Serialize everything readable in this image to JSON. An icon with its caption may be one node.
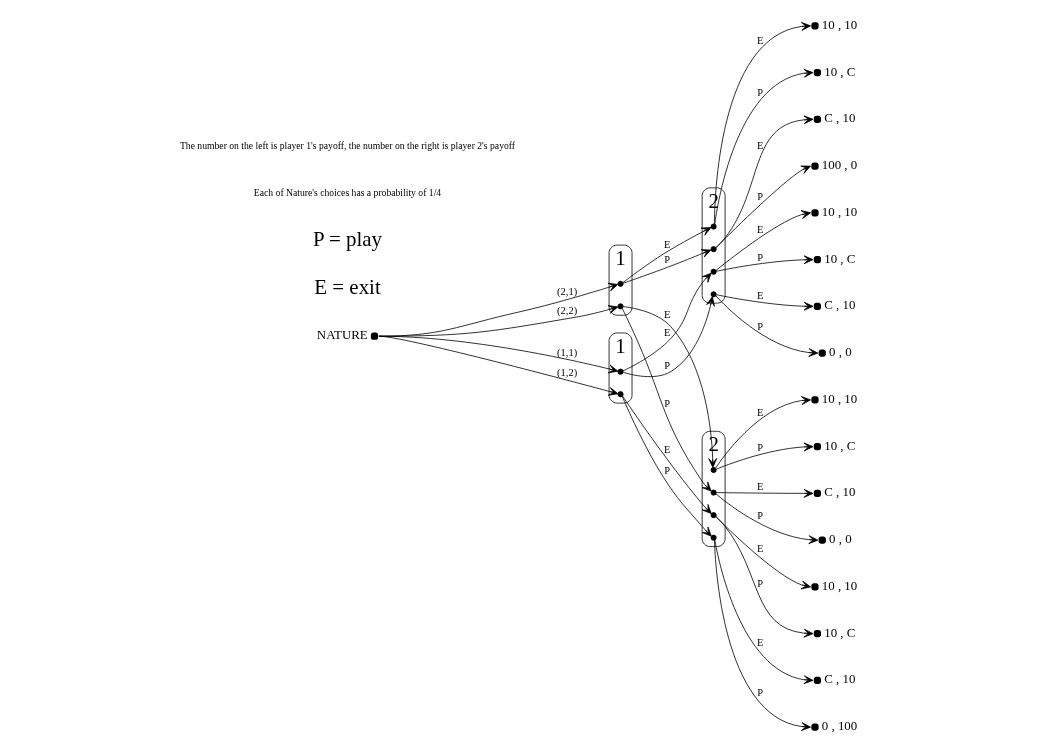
{
  "diagram": {
    "nodes": [
      {
        "text": [
          "2"
        ]
      },
      {
        "text": [],
        "shape": "circle",
        "in": 0
      },
      {
        "text": [],
        "shape": "circle",
        "in": 0
      },
      {
        "text": [],
        "shape": "circle",
        "in": 0
      },
      {
        "text": [],
        "shape": "circle",
        "in": 0
      },
      {
        "text": [
          "1"
        ]
      },
      {
        "text": [],
        "shape": "circle",
        "in": 5
      },
      {
        "text": [],
        "shape": "circle",
        "in": 5
      },
      {
        "text": [
          "1"
        ]
      },
      {
        "text": [],
        "shape": "circle",
        "in": 8
      },
      {
        "text": [],
        "shape": "circle",
        "in": 8
      },
      {
        "text": [],
        "shape": "circle",
        "beside": [
          "NATURE"
        ]
      },
      {
        "text": [
          "2"
        ]
      },
      {
        "text": [],
        "shape": "circle",
        "in": 12
      },
      {
        "text": [],
        "shape": "circle",
        "in": 12
      },
      {
        "text": [],
        "shape": "circle",
        "in": 12
      },
      {
        "text": [],
        "shape": "circle",
        "in": 12
      },
      {
        "text": [],
        "shape": "circle",
        "beside": [
          "10 , 10"
        ]
      },
      {
        "text": [],
        "shape": "circle",
        "beside": [
          "10 , C"
        ]
      },
      {
        "text": [],
        "shape": "circle",
        "beside": [
          "C , 10"
        ]
      },
      {
        "text": [],
        "shape": "circle",
        "beside": [
          "100 , 0"
        ]
      },
      {
        "text": [],
        "shape": "circle",
        "beside": [
          "10 , 10"
        ]
      },
      {
        "text": [],
        "shape": "circle",
        "beside": [
          "10 , C"
        ]
      },
      {
        "text": [],
        "shape": "circle",
        "beside": [
          "C , 10"
        ]
      },
      {
        "text": [],
        "shape": "circle",
        "beside": [
          "0 , 0"
        ]
      },
      {
        "text": [],
        "shape": "circle",
        "beside": [
          "10 , 10"
        ]
      },
      {
        "text": [],
        "shape": "circle",
        "beside": [
          "10 , C"
        ]
      },
      {
        "text": [],
        "shape": "circle",
        "beside": [
          "C , 10"
        ]
      },
      {
        "text": [],
        "shape": "circle",
        "beside": [
          "0 , 0"
        ]
      },
      {
        "text": [],
        "shape": "circle",
        "beside": [
          "10 , 10"
        ]
      },
      {
        "text": [],
        "shape": "circle",
        "beside": [
          "10 , C"
        ]
      },
      {
        "text": [],
        "shape": "circle",
        "beside": [
          "C , 10"
        ]
      },
      {
        "text": [],
        "shape": "circle",
        "beside": [
          "0 , 100"
        ]
      }
    ],
    "edges": [
      {
        "from": 11,
        "to": 6,
        "arrow": "to",
        "label": "(2,1)"
      },
      {
        "from": 11,
        "to": 9,
        "arrow": "to",
        "label": "(1,1)"
      },
      {
        "from": 11,
        "to": 7,
        "arrow": "to",
        "label": "(2,2)"
      },
      {
        "from": 11,
        "to": 10,
        "arrow": "to",
        "label": "(1,2)"
      },
      {
        "from": 6,
        "to": 1,
        "arrow": "to",
        "label": "E"
      },
      {
        "from": 6,
        "to": 2,
        "arrow": "to",
        "label": "P"
      },
      {
        "from": 9,
        "to": 3,
        "arrow": "to",
        "label": "E"
      },
      {
        "from": 9,
        "to": 4,
        "arrow": "to",
        "label": "P"
      },
      {
        "from": 7,
        "to": 13,
        "arrow": "to",
        "label": "E"
      },
      {
        "from": 7,
        "to": 14,
        "arrow": "to",
        "label": "P"
      },
      {
        "from": 10,
        "to": 15,
        "arrow": "to",
        "label": "E"
      },
      {
        "from": 10,
        "to": 16,
        "arrow": "to",
        "label": "P"
      },
      {
        "from": 1,
        "to": 17,
        "arrow": "to",
        "label": "E"
      },
      {
        "from": 1,
        "to": 18,
        "arrow": "to",
        "label": "P"
      },
      {
        "from": 2,
        "to": 19,
        "arrow": "to",
        "label": "E"
      },
      {
        "from": 2,
        "to": 20,
        "arrow": "to",
        "label": "P"
      },
      {
        "from": 3,
        "to": 21,
        "arrow": "to",
        "label": "E"
      },
      {
        "from": 3,
        "to": 22,
        "arrow": "to",
        "label": "P"
      },
      {
        "from": 4,
        "to": 23,
        "arrow": "to",
        "label": "E"
      },
      {
        "from": 4,
        "to": 24,
        "arrow": "to",
        "label": "P"
      },
      {
        "from": 13,
        "to": 25,
        "arrow": "to",
        "label": "E"
      },
      {
        "from": 13,
        "to": 26,
        "arrow": "to",
        "label": "P"
      },
      {
        "from": 14,
        "to": 27,
        "arrow": "to",
        "label": "E"
      },
      {
        "from": 14,
        "to": 28,
        "arrow": "to",
        "label": "P"
      },
      {
        "from": 15,
        "to": 29,
        "arrow": "to",
        "label": "E"
      },
      {
        "from": 15,
        "to": 30,
        "arrow": "to",
        "label": "P"
      },
      {
        "from": 16,
        "to": 31,
        "arrow": "to",
        "label": "E"
      },
      {
        "from": 16,
        "to": 32,
        "arrow": "to",
        "label": "P"
      }
    ],
    "labels": [
      "E = exit",
      "P = play",
      "Each of Nature's choices has a probability of 1/4",
      "The number on the left is player 1's payoff, the number on the right is player 2's payoff"
    ]
  }
}
